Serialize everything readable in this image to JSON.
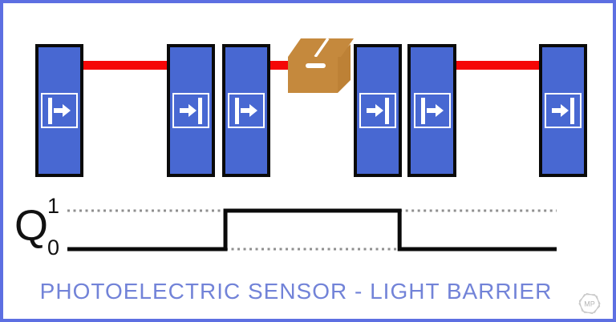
{
  "title": {
    "text": "PHOTOELECTRIC SENSOR - LIGHT BARRIER",
    "color": "#7283d8"
  },
  "scene": {
    "sensors": [
      {
        "id": 1,
        "role": "emitter",
        "icon": "light-exit-right-icon"
      },
      {
        "id": 2,
        "role": "receiver",
        "icon": "light-hit-bar-icon"
      },
      {
        "id": 3,
        "role": "emitter",
        "icon": "light-exit-right-icon"
      },
      {
        "id": 4,
        "role": "receiver",
        "icon": "light-hit-bar-icon"
      },
      {
        "id": 5,
        "role": "emitter",
        "icon": "light-exit-right-icon"
      },
      {
        "id": 6,
        "role": "receiver",
        "icon": "light-hit-bar-icon"
      }
    ],
    "beams": [
      {
        "from": "sensor-1",
        "to": "sensor-2",
        "state": "unbroken"
      },
      {
        "from": "sensor-3",
        "to": "box",
        "state": "blocked-by-object"
      },
      {
        "from": "sensor-5",
        "to": "sensor-6",
        "state": "unbroken"
      }
    ],
    "object": {
      "type": "cardboard-box",
      "marking": "dash"
    }
  },
  "timing": {
    "axis_label": "Q",
    "high_label": "1",
    "low_label": "0"
  },
  "chart_data": {
    "type": "line",
    "title": "Sensor output Q timing diagram",
    "ylabel": "Q",
    "yticks": [
      "0",
      "1"
    ],
    "ylim": [
      0,
      1
    ],
    "x": [
      0,
      0.323,
      0.323,
      0.679,
      0.679,
      1
    ],
    "values": [
      0,
      0,
      1,
      1,
      0,
      0
    ],
    "annotations": "dotted gray guide drawn at the opposite logic level of each flat segment"
  },
  "logo": {
    "text": "MP"
  },
  "colors": {
    "frame_border": "#5d6fe2",
    "sensor_blue": "#4868d2",
    "sensor_border": "#0a0a0a",
    "beam_red": "#f50707",
    "box_tan": "#c5893d",
    "box_side_tan": "#bd8136",
    "signal_black": "#0a0a0a",
    "dotted_gray": "#8f8f8f",
    "title_blue": "#7283d8",
    "logo_gray": "#c6c6c6"
  }
}
